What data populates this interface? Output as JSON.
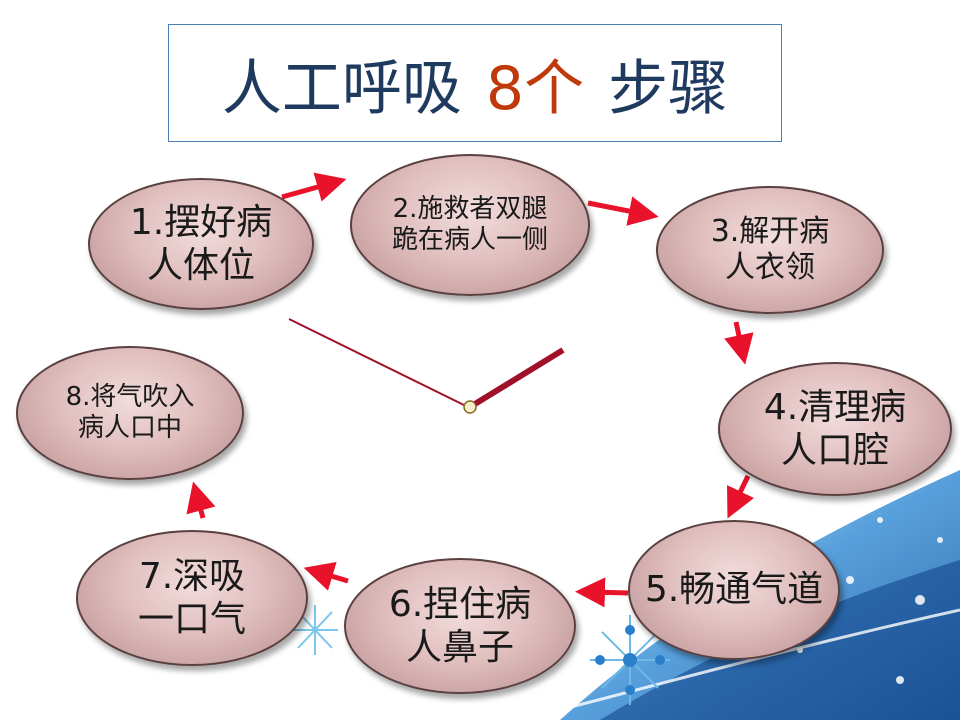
{
  "title": {
    "prefix": "人工呼吸",
    "number": "8个",
    "suffix": "步骤"
  },
  "steps": [
    {
      "line1": "1.摆好病",
      "line2": "人体位"
    },
    {
      "line1": "2.施救者双腿",
      "line2": "跪在病人一侧"
    },
    {
      "line1": "3.解开病",
      "line2": "人衣领"
    },
    {
      "line1": "4.清理病",
      "line2": "人口腔"
    },
    {
      "line1": "5.畅通气道",
      "line2": ""
    },
    {
      "line1": "6.捏住病",
      "line2": "人鼻子"
    },
    {
      "line1": "7.深吸",
      "line2": "一口气"
    },
    {
      "line1": "8.将气吹入",
      "line2": "病人口中"
    }
  ],
  "colors": {
    "arrow": "#e8132a",
    "clock_hand": "#a0102a",
    "title_text": "#1f3a5f",
    "title_accent": "#c0390b"
  }
}
